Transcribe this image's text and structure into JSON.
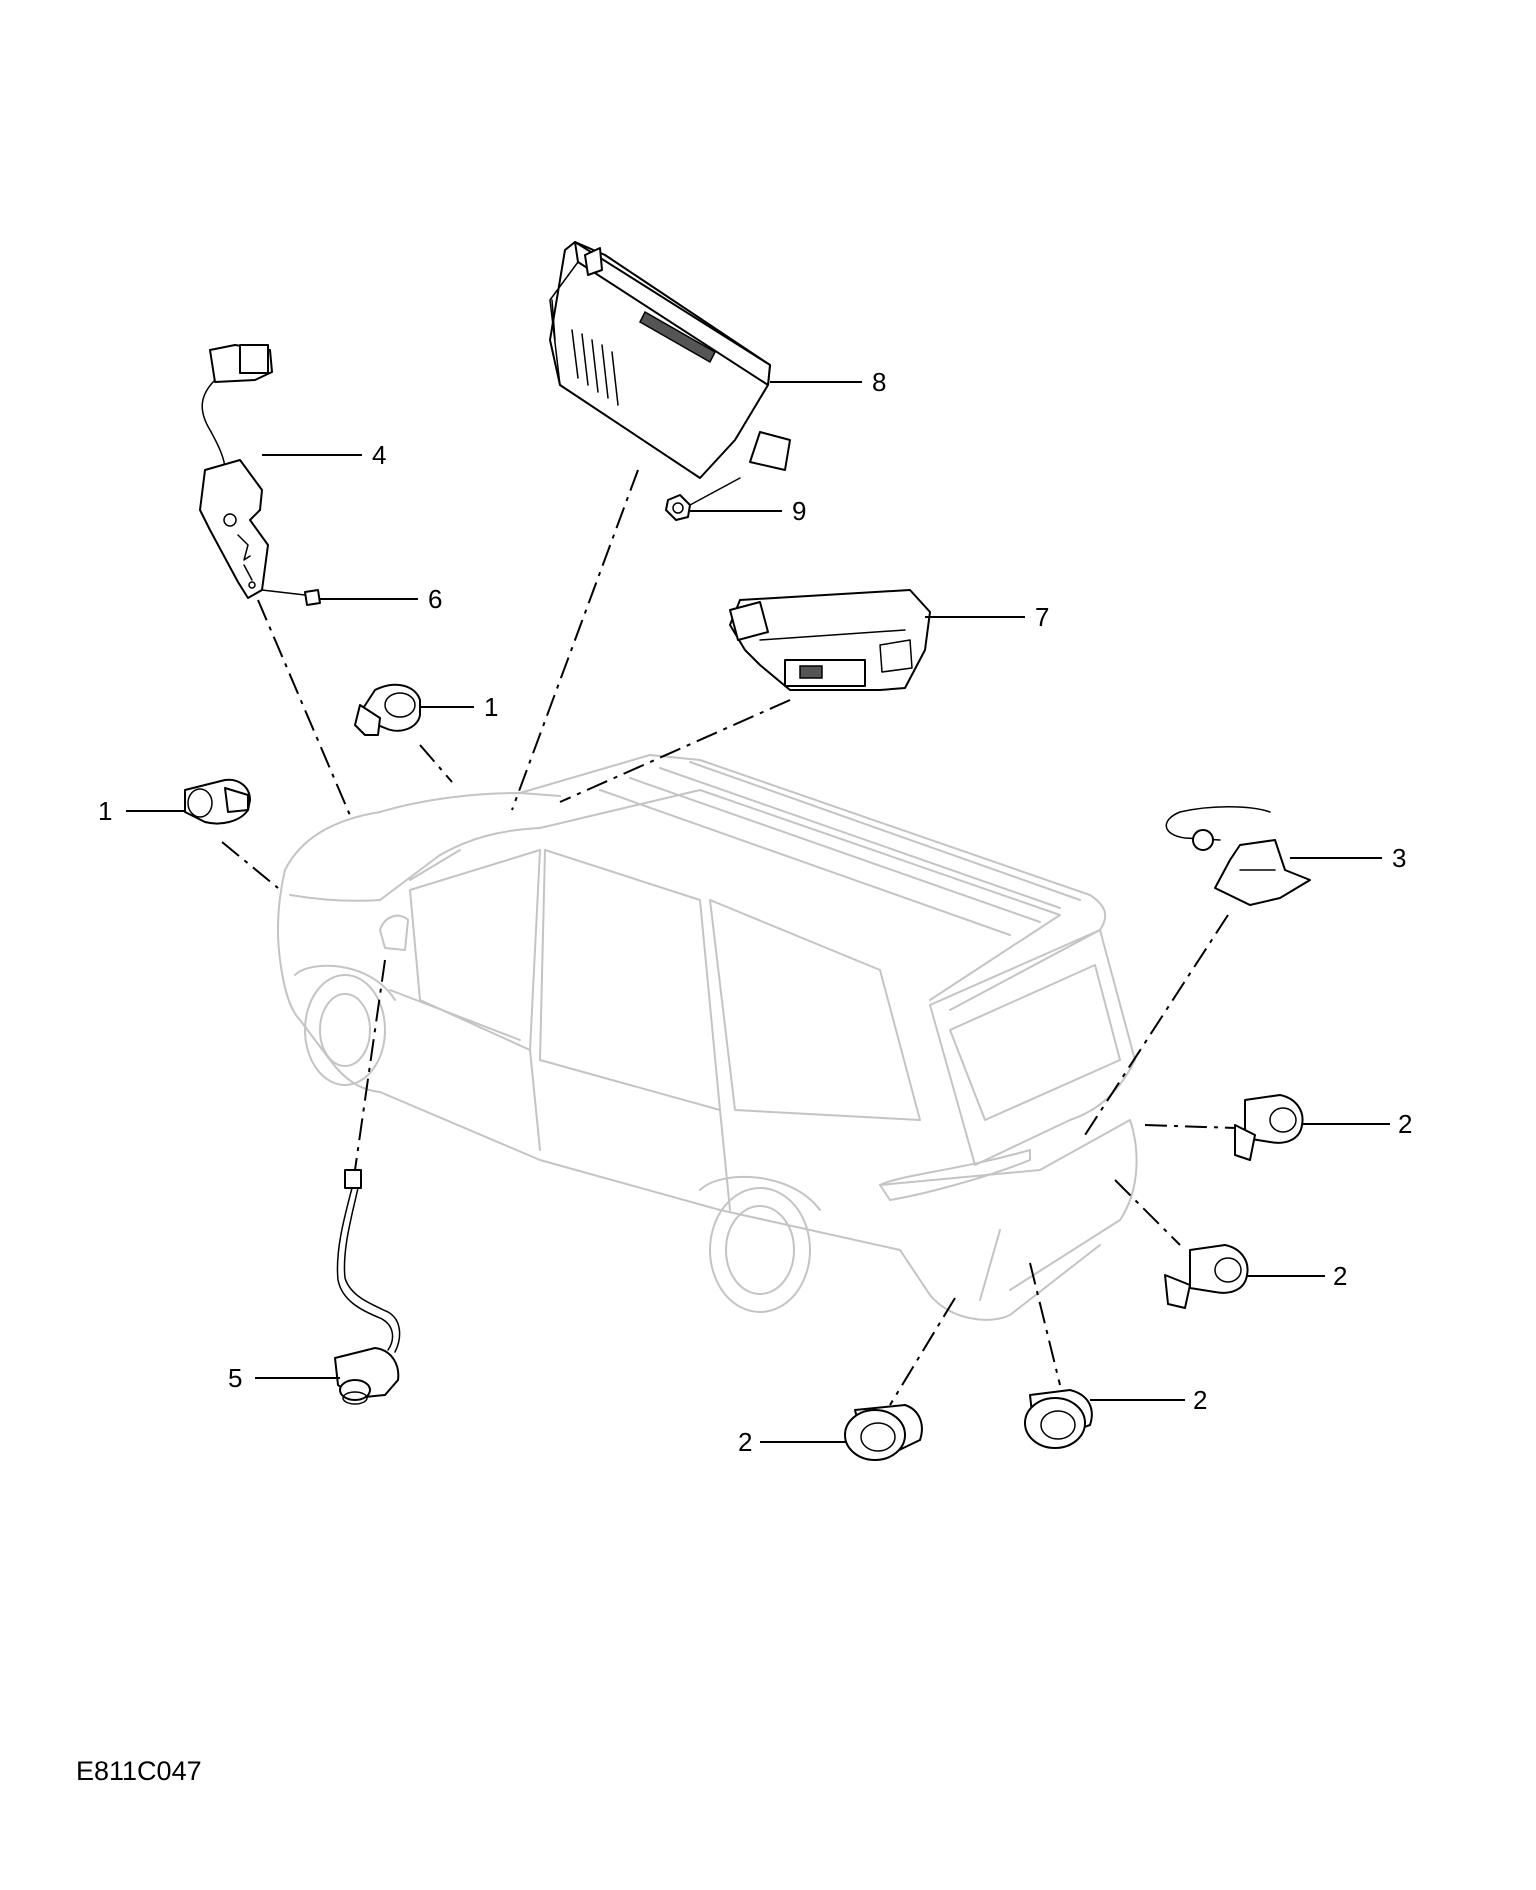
{
  "figure_code": "E811C047",
  "callouts": [
    {
      "id": "c8",
      "label": "8"
    },
    {
      "id": "c4",
      "label": "4"
    },
    {
      "id": "c9",
      "label": "9"
    },
    {
      "id": "c6",
      "label": "6"
    },
    {
      "id": "c7",
      "label": "7"
    },
    {
      "id": "c1a",
      "label": "1"
    },
    {
      "id": "c1b",
      "label": "1"
    },
    {
      "id": "c3",
      "label": "3"
    },
    {
      "id": "c2a",
      "label": "2"
    },
    {
      "id": "c2b",
      "label": "2"
    },
    {
      "id": "c2c",
      "label": "2"
    },
    {
      "id": "c2d",
      "label": "2"
    },
    {
      "id": "c5",
      "label": "5"
    }
  ]
}
